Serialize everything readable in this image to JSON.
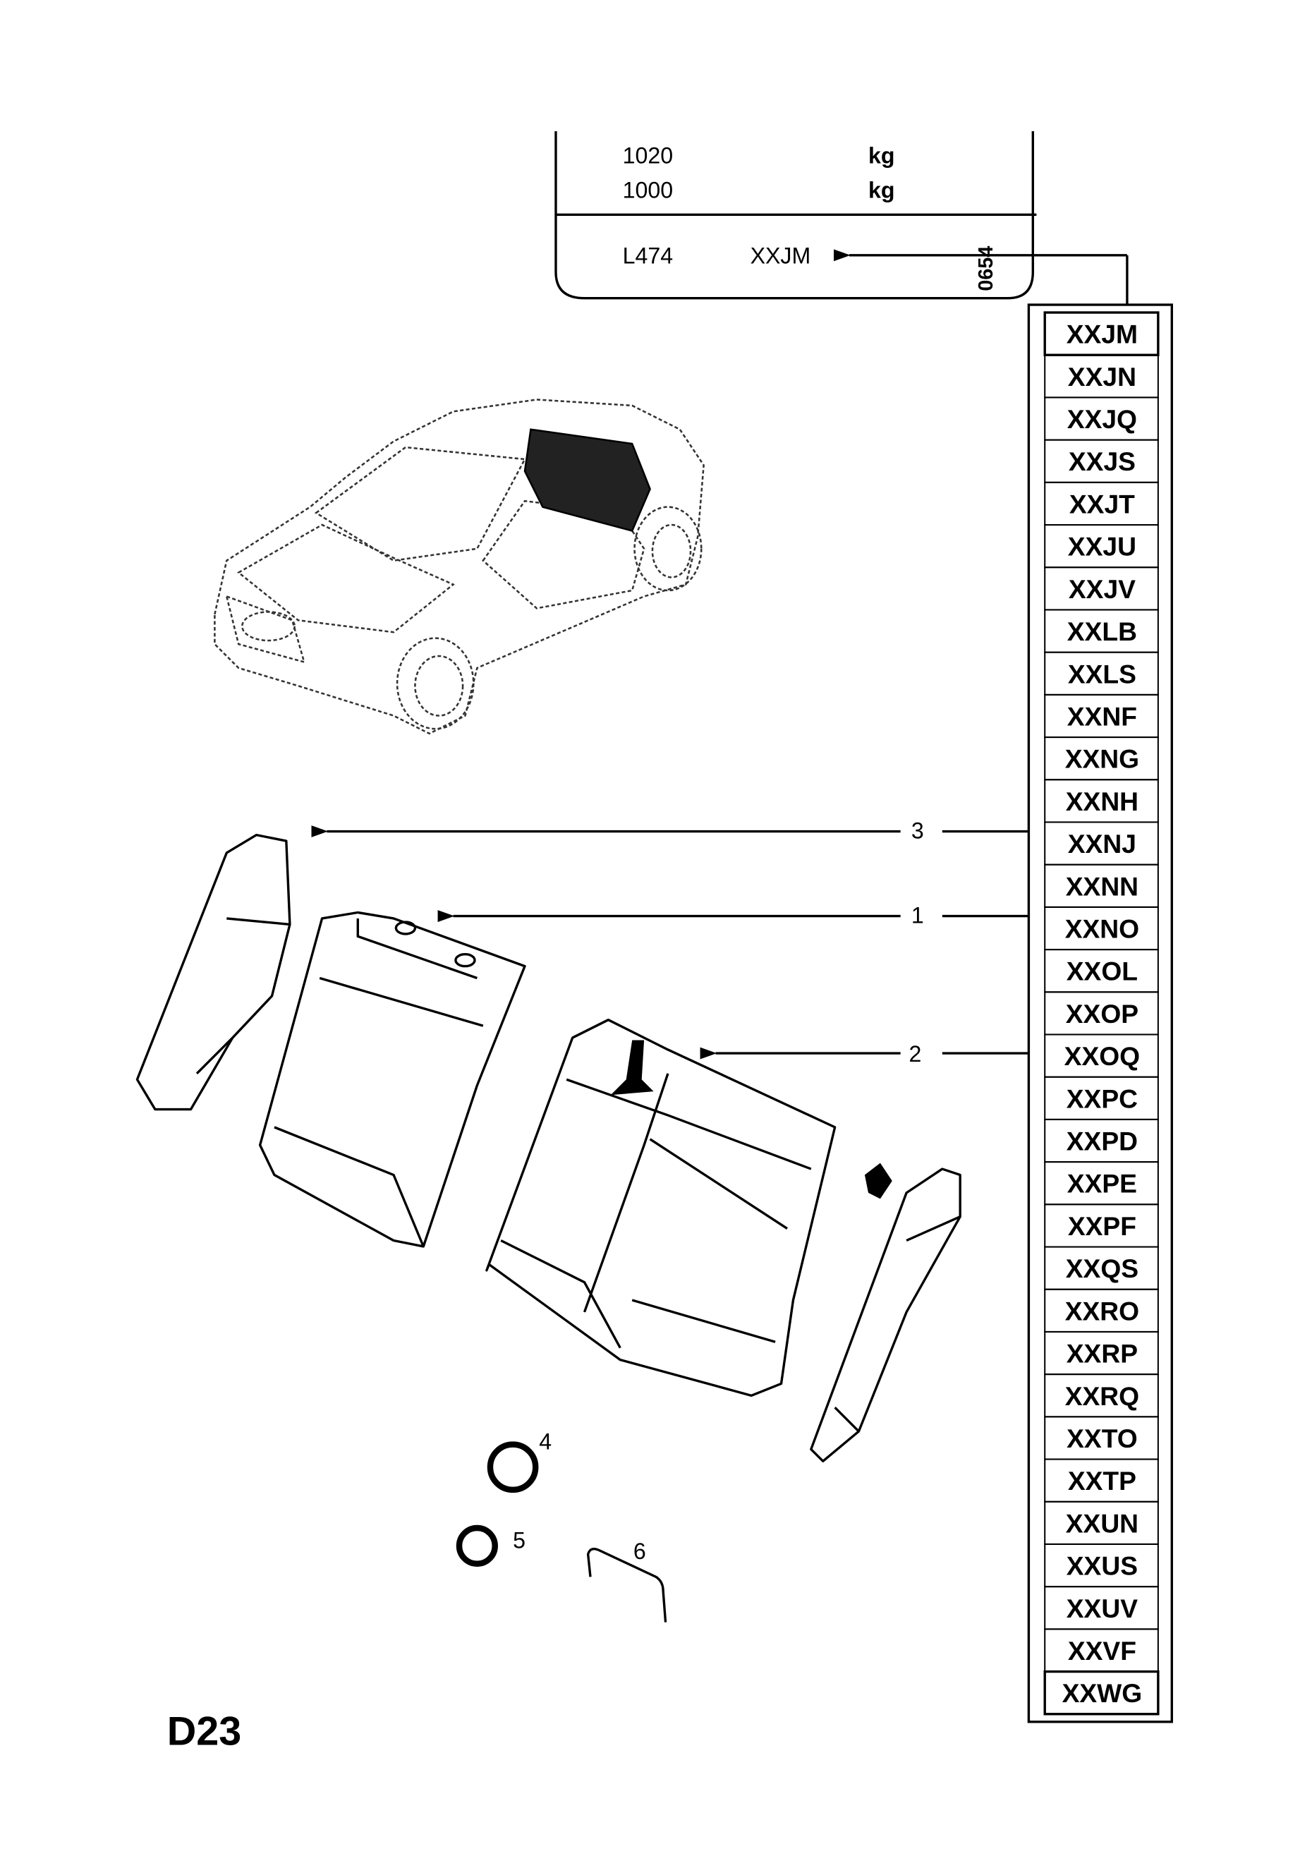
{
  "header_box": {
    "rows": [
      {
        "value": "1020",
        "unit": "kg"
      },
      {
        "value": "1000",
        "unit": "kg"
      }
    ],
    "model_code": "L474",
    "selected_code": "XXJM",
    "side_number": "0654"
  },
  "codes": [
    "XXJM",
    "XXJN",
    "XXJQ",
    "XXJS",
    "XXJT",
    "XXJU",
    "XXJV",
    "XXLB",
    "XXLS",
    "XXNF",
    "XXNG",
    "XXNH",
    "XXNJ",
    "XXNN",
    "XXNO",
    "XXOL",
    "XXOP",
    "XXOQ",
    "XXPC",
    "XXPD",
    "XXPE",
    "XXPF",
    "XXQS",
    "XXRO",
    "XXRP",
    "XXRQ",
    "XXTO",
    "XXTP",
    "XXUN",
    "XXUS",
    "XXUV",
    "XXVF",
    "XXWG"
  ],
  "callouts": {
    "c1": "1",
    "c2": "2",
    "c3": "3",
    "c4": "4",
    "c5": "5",
    "c6": "6"
  },
  "page_code": "D23"
}
